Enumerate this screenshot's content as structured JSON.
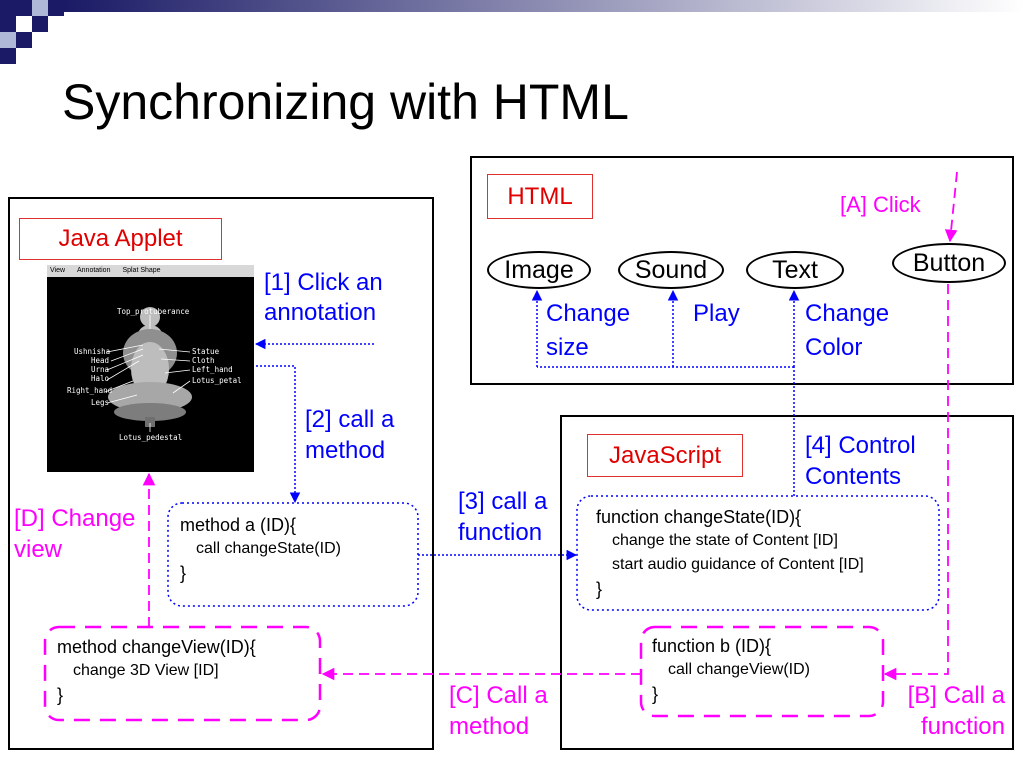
{
  "title": "Synchronizing with HTML",
  "colors": {
    "accent_blue": "#0000ff",
    "accent_magenta": "#ff00ff",
    "label_red": "#e00000",
    "brand_navy": "#1a1a66"
  },
  "java_panel": {
    "label": "Java Applet",
    "menu": [
      "View",
      "Annotation",
      "Splat Shape"
    ],
    "image_labels": [
      "Top_protuberance",
      "Ushnisha",
      "Head",
      "Urna",
      "Halo",
      "Right_hand",
      "Legs",
      "Statue",
      "Cloth",
      "Left_hand",
      "Lotus_petal",
      "Lotus_pedestal"
    ],
    "method_a": {
      "head": "method a (ID){",
      "body": "call changeState(ID)",
      "end": "}"
    },
    "method_changeview": {
      "head": "method changeView(ID){",
      "body": "change 3D View [ID]",
      "end": "}"
    }
  },
  "html_panel": {
    "label": "HTML",
    "nodes": [
      "Image",
      "Sound",
      "Text",
      "Button"
    ],
    "actions": {
      "image": "Change size",
      "sound": "Play",
      "text": "Change Color"
    }
  },
  "js_panel": {
    "label": "JavaScript",
    "change_state": {
      "head": "function changeState(ID){",
      "body1": "change the state of Content [ID]",
      "body2": "start audio guidance of Content [ID]",
      "end": "}"
    },
    "function_b": {
      "head": "function b (ID){",
      "body": "call changeView(ID)",
      "end": "}"
    }
  },
  "steps": {
    "s1": "[1] Click an annotation",
    "s2": "[2] call a method",
    "s3": "[3] call a function",
    "s4": "[4] Control Contents",
    "sA": "[A] Click",
    "sB": "[B] Call a function",
    "sC": "[C] Call a method",
    "sD": "[D] Change view"
  }
}
